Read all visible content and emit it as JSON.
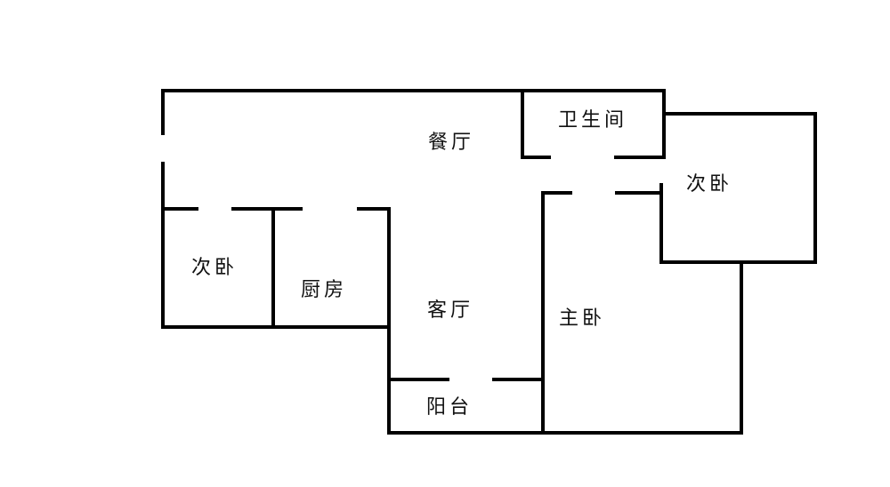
{
  "rooms": {
    "dining": "餐厅",
    "bathroom": "卫生间",
    "bedroom_right": "次卧",
    "bedroom_left": "次卧",
    "kitchen": "厨房",
    "living": "客厅",
    "master_bedroom": "主卧",
    "balcony": "阳台"
  }
}
